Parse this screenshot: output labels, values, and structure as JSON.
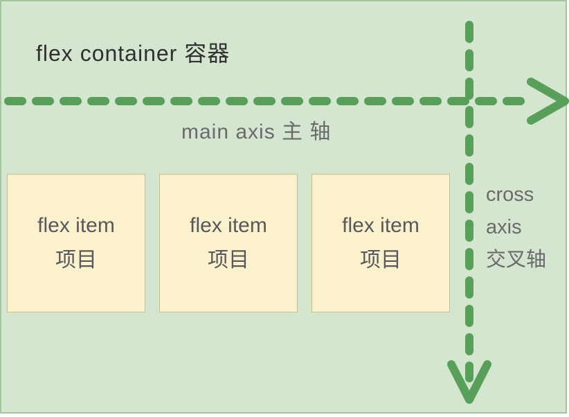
{
  "diagram": {
    "container_label": "flex container 容器",
    "main_axis": {
      "label": "main axis 主 轴"
    },
    "cross_axis": {
      "lines": [
        "cross",
        "axis",
        "交叉轴"
      ]
    },
    "items": [
      {
        "title": "flex item",
        "subtitle": "项目"
      },
      {
        "title": "flex item",
        "subtitle": "项目"
      },
      {
        "title": "flex item",
        "subtitle": "项目"
      }
    ],
    "colors": {
      "canvas_background": "#d5e6d0",
      "canvas_border": "#a2c59c",
      "axis_green": "#58a05a",
      "item_fill": "#fbf2cd",
      "item_border": "#c9bd8b",
      "container_label_text": "#303030",
      "axis_label_text": "#6a6a6a",
      "item_text": "#58585a"
    }
  }
}
